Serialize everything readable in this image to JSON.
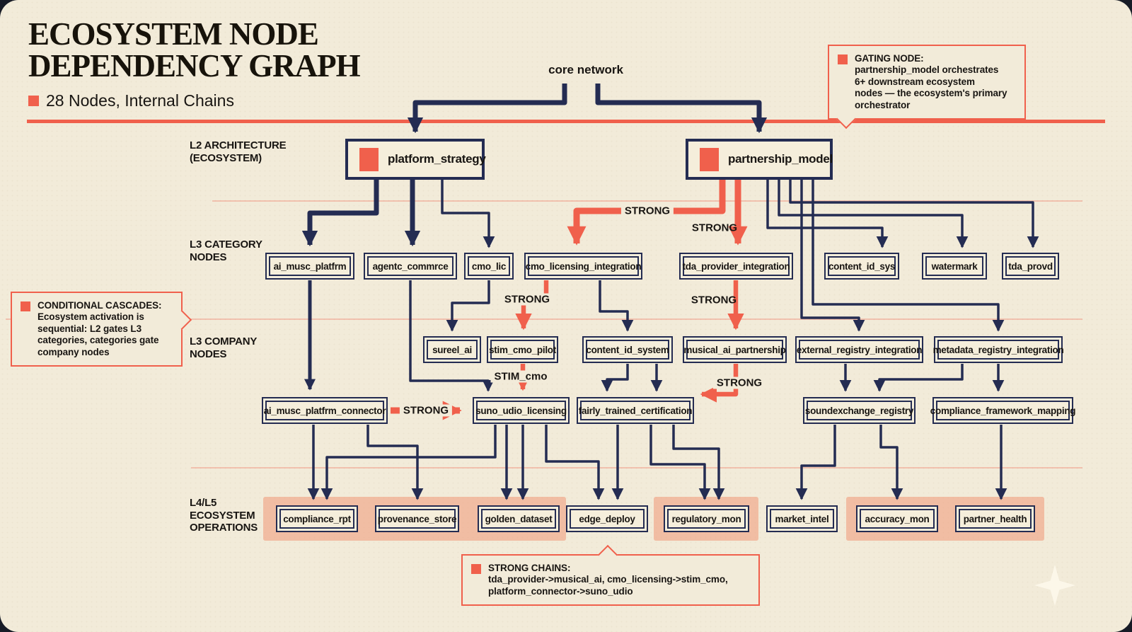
{
  "title": "ECOSYSTEM NODE\nDEPENDENCY GRAPH",
  "subtitle": "28 Nodes, Internal Chains",
  "core_label": "core network",
  "row_labels": {
    "l2": "L2 ARCHITECTURE\n(ECOSYSTEM)",
    "l3_category": "L3 CATEGORY\nNODES",
    "l3_company": "L3 COMPANY\nNODES",
    "l4_l5": "L4/L5\nECOSYSTEM\nOPERATIONS"
  },
  "rows": {
    "l2": [
      "platform_strategy",
      "partnership_model"
    ],
    "l3_category": [
      "ai_musc_platfrm",
      "agentc_commrce",
      "cmo_lic",
      "cmo_licensing_integration",
      "tda_provider_integration",
      "content_id_sys",
      "watermark",
      "tda_provd"
    ],
    "l3_company": [
      "sureel_ai",
      "stim_cmo_pilot",
      "content_id_system",
      "musical_ai_partnership",
      "external_registry_integration",
      "metadata_registry_integration"
    ],
    "connectors": [
      "ai_musc_platfrm_connector",
      "suno_udio_licensing",
      "fairly_trained_certification",
      "soundexchange_registry",
      "compliance_framework_mapping"
    ],
    "l4_l5": [
      "compliance_rpt",
      "provenance_store",
      "golden_dataset",
      "edge_deploy",
      "regulatory_mon",
      "market_intel",
      "accuracy_mon",
      "partner_health"
    ]
  },
  "edge_labels": {
    "strong": "STRONG",
    "stim": "STIM_cmo"
  },
  "callouts": {
    "gating": {
      "heading": "GATING NODE:",
      "body": "partnership_model orchestrates\n6+ downstream ecosystem\nnodes — the ecosystem's primary\norchestrator"
    },
    "cascades": {
      "heading": "CONDITIONAL CASCADES:",
      "body": "Ecosystem activation is\nsequential: L2 gates L3\ncategories, categories gate\ncompany nodes"
    },
    "chains": {
      "heading": "STRONG CHAINS:",
      "body": "tda_provider->musical_ai, cmo_licensing->stim_cmo,\nplatform_connector->suno_udio"
    }
  },
  "colors": {
    "accent": "#f0604c",
    "navy": "#242c52",
    "background": "#f2ebd9",
    "highlight": "#ef8f6d",
    "text": "#181512"
  }
}
